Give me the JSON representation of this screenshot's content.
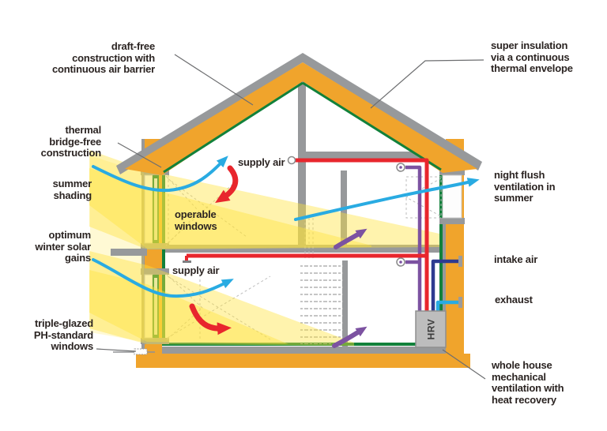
{
  "diagram": {
    "type": "passive-house cross-section",
    "labels": {
      "draft_free": "draft-free\nconstruction with\ncontinuous air barrier",
      "super_insulation": "super insulation\nvia a continuous\nthermal envelope",
      "thermal_bridge": "thermal\nbridge-free\nconstruction",
      "summer_shading": "summer\nshading",
      "winter_gains": "optimum\nwinter solar\ngains",
      "night_flush": "night flush\nventilation in\nsummer",
      "operable_windows": "operable\nwindows",
      "supply_air_upper": "supply air",
      "supply_air_lower": "supply air",
      "triple_glazed": "triple-glazed\nPH-standard\nwindows",
      "intake_air": "intake air",
      "exhaust": "exhaust",
      "whole_house": "whole house\nmechanical\nventilation with\nheat recovery",
      "hrv": "HRV"
    }
  },
  "colors": {
    "insulation_orange": "#F0A42C",
    "air_barrier_green": "#12813B",
    "structure_gray": "#97999B",
    "supply_red": "#E8262D",
    "breeze_cyan": "#29ABE2",
    "intake_blue": "#2E3B90",
    "extract_purple": "#7C52A1",
    "sun_yellow": "#FFE33C",
    "hrv_gray": "#BDBDBD",
    "label_color": "#2B2422"
  }
}
